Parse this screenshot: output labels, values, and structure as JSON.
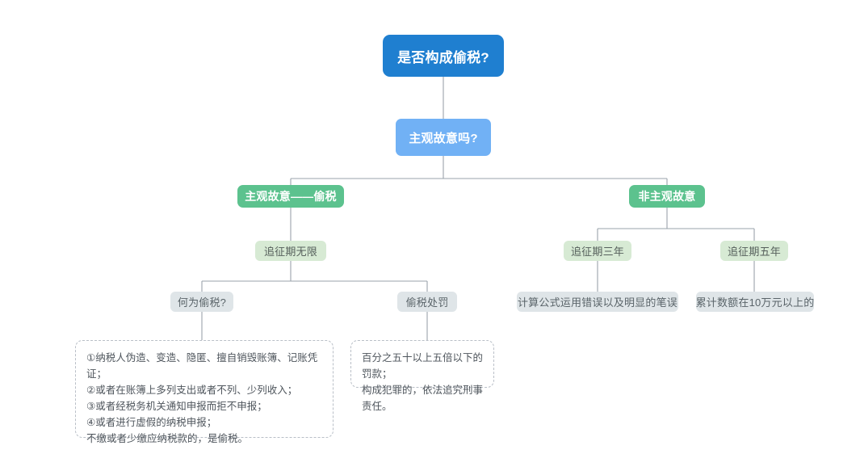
{
  "diagram": {
    "title_node": {
      "label": "是否构成偷税?"
    },
    "level2": {
      "label": "主观故意吗?"
    },
    "branches": [
      {
        "label": "主观故意——偷税"
      },
      {
        "label": "非主观故意"
      }
    ],
    "periods": [
      {
        "label": "追征期无限"
      },
      {
        "label": "追征期三年"
      },
      {
        "label": "追征期五年"
      }
    ],
    "subtopics": [
      {
        "label": "何为偷税?"
      },
      {
        "label": "偷税处罚"
      }
    ],
    "examples": [
      {
        "label": "计算公式运用错误以及明显的笔误"
      },
      {
        "label": "累计数额在10万元以上的"
      }
    ],
    "notes": [
      {
        "text": "①纳税人伪造、变造、隐匿、擅自销毁账簿、记账凭证；\n②或者在账簿上多列支出或者不列、少列收入；\n③或者经税务机关通知申报而拒不申报；\n④或者进行虚假的纳税申报；\n不缴或者少缴应纳税款的，是偷税。"
      },
      {
        "text": "百分之五十以上五倍以下的罚款；\n构成犯罪的，依法追究刑事责任。"
      }
    ]
  },
  "colors": {
    "root": "#1f7fd0",
    "sub": "#71b1f5",
    "green": "#5cc28e",
    "pale": "#d7ead4",
    "grey": "#dfe5e8",
    "connector": "#9aa3ab",
    "note_border": "#b9bfc7"
  }
}
